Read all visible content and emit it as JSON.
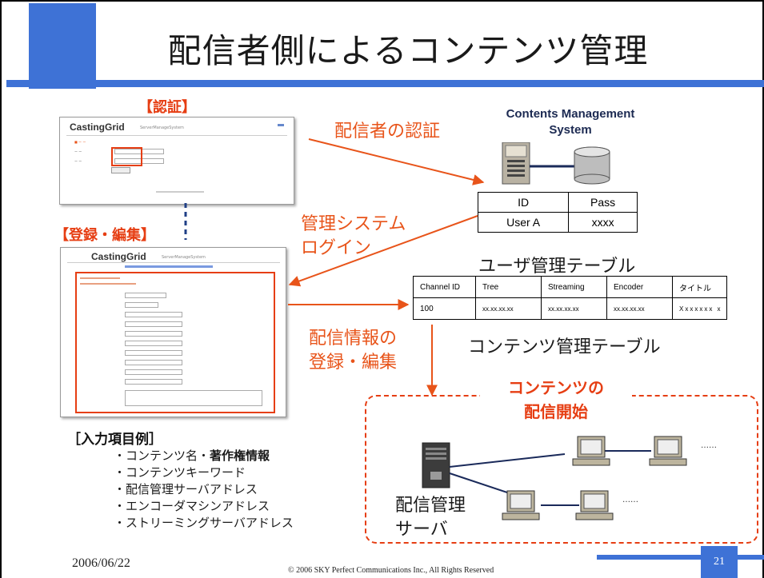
{
  "slide": {
    "title": "配信者側によるコンテンツ管理",
    "date": "2006/06/22",
    "copyright": "© 2006 SKY Perfect Communications Inc., All Rights Reserved",
    "page_number": "21"
  },
  "auth": {
    "label": "【認証】",
    "thumb_logo": "CastingGrid",
    "thumb_sub": "ServerManageSystem"
  },
  "edit": {
    "label": "【登録・編集】",
    "thumb_logo": "CastingGrid",
    "thumb_sub": "ServerManageSystem"
  },
  "cms": {
    "title_line1": "Contents Management",
    "title_line2": "System"
  },
  "flows": {
    "auth_flow": "配信者の認証",
    "login_line1": "管理システム",
    "login_line2": "ログイン",
    "register_line1": "配信情報の",
    "register_line2": "登録・編集"
  },
  "user_table": {
    "headers": [
      "ID",
      "Pass"
    ],
    "row": [
      "User A",
      "xxxx"
    ],
    "caption": "ユーザ管理テーブル"
  },
  "content_table": {
    "headers": [
      "Channel ID",
      "Tree",
      "Streaming",
      "Encoder",
      "タイトル"
    ],
    "row": [
      "100",
      "xx.xx.xx.xx",
      "xx.xx.xx.xx",
      "xx.xx.xx.xx",
      "Xxxxxxx x"
    ],
    "caption": "コンテンツ管理テーブル"
  },
  "delivery": {
    "heading_line1": "コンテンツの",
    "heading_line2": "配信開始",
    "server_line1": "配信管理",
    "server_line2": "サーバ",
    "ellipsis": "……"
  },
  "input_examples": {
    "heading": "［入力項目例］",
    "items": [
      "・コンテンツ名・",
      "著作権情報",
      "・コンテンツキーワード",
      "・配信管理サーバアドレス",
      "・エンコーダマシンアドレス",
      "・ストリーミングサーバアドレス"
    ]
  },
  "colors": {
    "accent_blue": "#3e72d6",
    "flow_orange": "#e8541a",
    "label_red": "#e63e13"
  }
}
